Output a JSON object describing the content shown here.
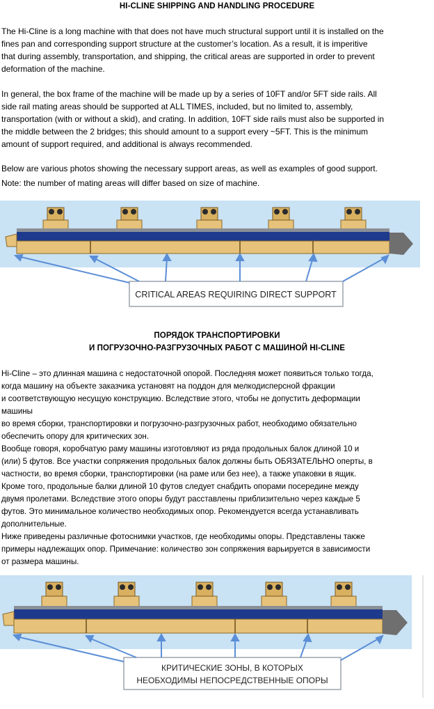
{
  "en": {
    "title": "HI-CLINE SHIPPING AND HANDLING PROCEDURE",
    "para1": [
      "The Hi-Cline is a long machine with that does not have much structural support until it is installed on the",
      "fines pan and corresponding support structure at the customer’s location. As a result, it is imperitive",
      "that during assembly, transportation, and shipping, the critical areas are supported in order to prevent",
      "deformation of the machine."
    ],
    "para2": [
      "In general, the box frame of the machine will be made up by a series of 10FT and/or 5FT side rails. All",
      "side rail mating areas should be supported at ALL TIMES, included, but no limited to, assembly,",
      "transportation (with or without a skid), and crating. In addition, 10FT side rails must also be supported in",
      "the middle between the 2 bridges; this should amount to a support every ~5FT. This is the minimum",
      "amount of support required, and additional is always recommended."
    ],
    "para3": "Below are various photos showing the necessary support areas, as well as examples of good support.",
    "para4": "Note: the number of mating areas will differ based on size of machine.",
    "callout": "CRITICAL AREAS REQUIRING DIRECT SUPPORT"
  },
  "ru": {
    "title1": "ПОРЯДОК ТРАНСПОРТИРОВКИ",
    "title2": "И ПОГРУЗОЧНО-РАЗГРУЗОЧНЫХ РАБОТ С МАШИНОЙ HI-CLINE",
    "lines": [
      "Hi-Cline – это длинная машина с недостаточной опорой. Последняя может появиться только тогда,",
      "когда машину на объекте заказчика установят на поддон для мелкодисперсной фракции",
      "и соответствующую несущую конструкцию. Вследствие этого, чтобы не допустить деформации",
      "машины",
      "во время сборки, транспортировки и погрузочно-разгрузочных работ, необходимо обязательно",
      "обеспечить опору для критических зон.",
      "Вообще говоря, коробчатую раму машины изготовляют из ряда продольных балок длиной 10 и",
      "(или) 5 футов. Все участки сопряжения продольных балок должны быть ОБЯЗАТЕЛЬНО оперты, в",
      "частности, во время сборки, транспортировки (на раме или без нее), а также упаковки в ящик.",
      "Кроме того, продольные балки длиной 10 футов следует снабдить опорами посередине между",
      "двумя пролетами. Вследствие этого опоры будут расставлены приблизительно через каждые 5",
      "футов. Это минимальное количество необходимых опор. Рекомендуется всегда устанавливать",
      "дополнительные.",
      "Ниже приведены различные фотоснимки участков, где необходимы опоры. Представлены также",
      "примеры  надлежащих опор. Примечание: количество зон сопряжения варьируется в зависимости",
      "от размера машины."
    ],
    "callout_line1": "КРИТИЧЕСКИЕ ЗОНЫ, В КОТОРЫХ",
    "callout_line2": "НЕОБХОДИМЫ НЕПОСРЕДСТВЕННЫЕ ОПОРЫ"
  },
  "colors": {
    "sky": "#c9e2f4",
    "rail_blue": "#1e3a8c",
    "beam_tan": "#e7c27a",
    "frame_grey": "#8a8f96",
    "arrow_blue": "#5b8ed6"
  },
  "icons": [
    "machine-diagram",
    "support-arrow",
    "bridge-unit"
  ]
}
